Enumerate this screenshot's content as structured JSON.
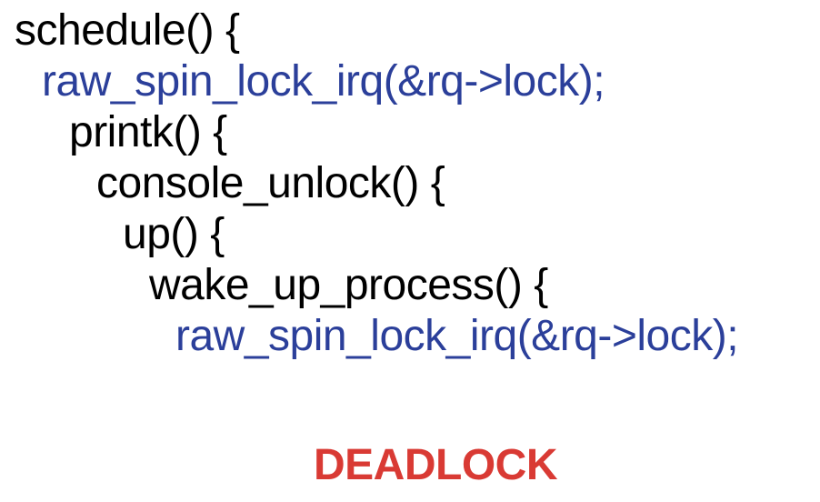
{
  "code": {
    "lines": [
      "schedule() {",
      "raw_spin_lock_irq(&rq->lock);",
      "printk() {",
      "console_unlock() {",
      "up() {",
      "wake_up_process() {",
      "raw_spin_lock_irq(&rq->lock);"
    ]
  },
  "verdict": "DEADLOCK",
  "colors": {
    "text": "#000000",
    "lock_call": "#2b3f9a",
    "verdict": "#d93a34"
  }
}
